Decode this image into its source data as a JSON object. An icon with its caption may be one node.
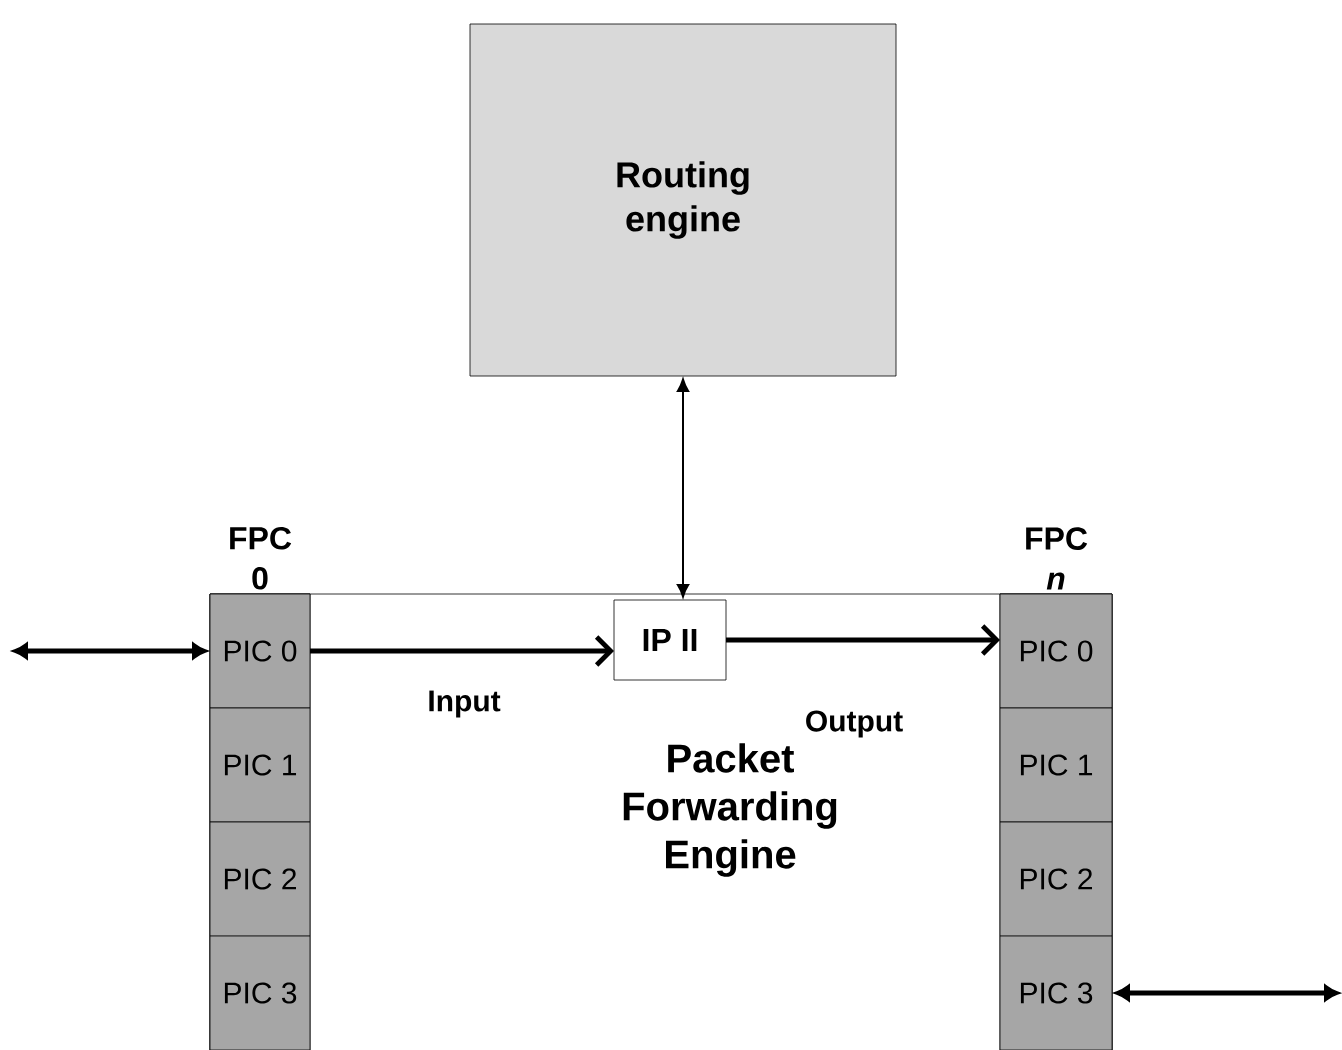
{
  "diagram": {
    "nodes": [
      {
        "text": [
          "Routing engine"
        ]
      },
      {
        "text": [
          "Packet Forwarding Engine"
        ]
      },
      {
        "text": [
          "FPC 0"
        ],
        "in": 1
      },
      {
        "text": [
          "PIC 0"
        ],
        "in": 2
      },
      {
        "text": [
          "PIC 1"
        ],
        "in": 2
      },
      {
        "text": [
          "PIC 2"
        ],
        "in": 2
      },
      {
        "text": [
          "PIC 3"
        ],
        "in": 2
      },
      {
        "text": [
          "FPC *n*"
        ],
        "in": 1
      },
      {
        "text": [
          "PIC 0"
        ],
        "in": 7
      },
      {
        "text": [
          "PIC 1"
        ],
        "in": 7
      },
      {
        "text": [
          "PIC 2"
        ],
        "in": 7
      },
      {
        "text": [
          "PIC 3"
        ],
        "in": 7
      },
      {
        "text": [
          "IP II"
        ],
        "in": 1
      }
    ],
    "edges": [
      {
        "from": 0,
        "to": 12,
        "arrow": "both"
      },
      {
        "from": null,
        "to": 3,
        "arrow": "both"
      },
      {
        "from": 3,
        "to": 12,
        "arrow": "to",
        "label": "Input"
      },
      {
        "from": 12,
        "to": 8,
        "arrow": "to",
        "label": "Output"
      },
      {
        "from": 11,
        "to": null,
        "arrow": "both"
      }
    ]
  }
}
